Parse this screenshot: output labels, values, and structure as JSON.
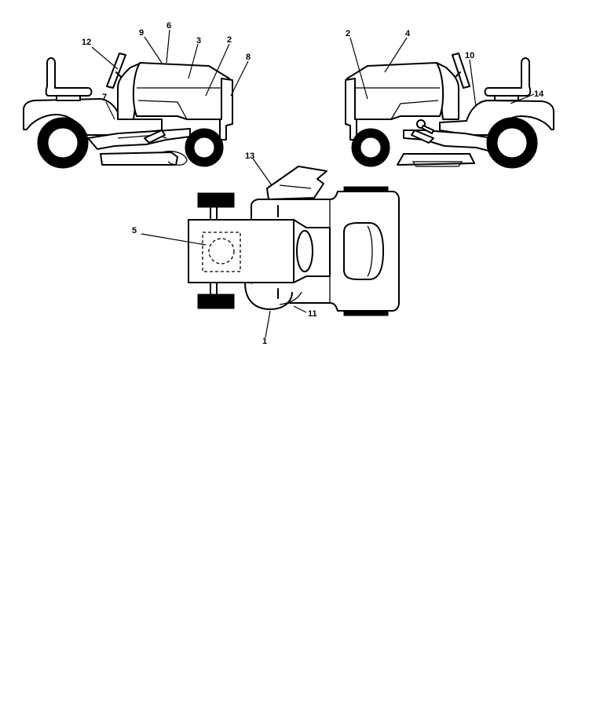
{
  "callouts": [
    {
      "id": "c12",
      "label": "12"
    },
    {
      "id": "c9",
      "label": "9"
    },
    {
      "id": "c6",
      "label": "6"
    },
    {
      "id": "c3-left",
      "label": "3"
    },
    {
      "id": "c2-left",
      "label": "2"
    },
    {
      "id": "c8",
      "label": "8"
    },
    {
      "id": "c7",
      "label": "7"
    },
    {
      "id": "c2-right",
      "label": "2"
    },
    {
      "id": "c4",
      "label": "4"
    },
    {
      "id": "c10",
      "label": "10"
    },
    {
      "id": "c14",
      "label": "14"
    },
    {
      "id": "c13",
      "label": "13"
    },
    {
      "id": "c5",
      "label": "5"
    },
    {
      "id": "c11",
      "label": "11"
    },
    {
      "id": "c1",
      "label": "1"
    }
  ]
}
